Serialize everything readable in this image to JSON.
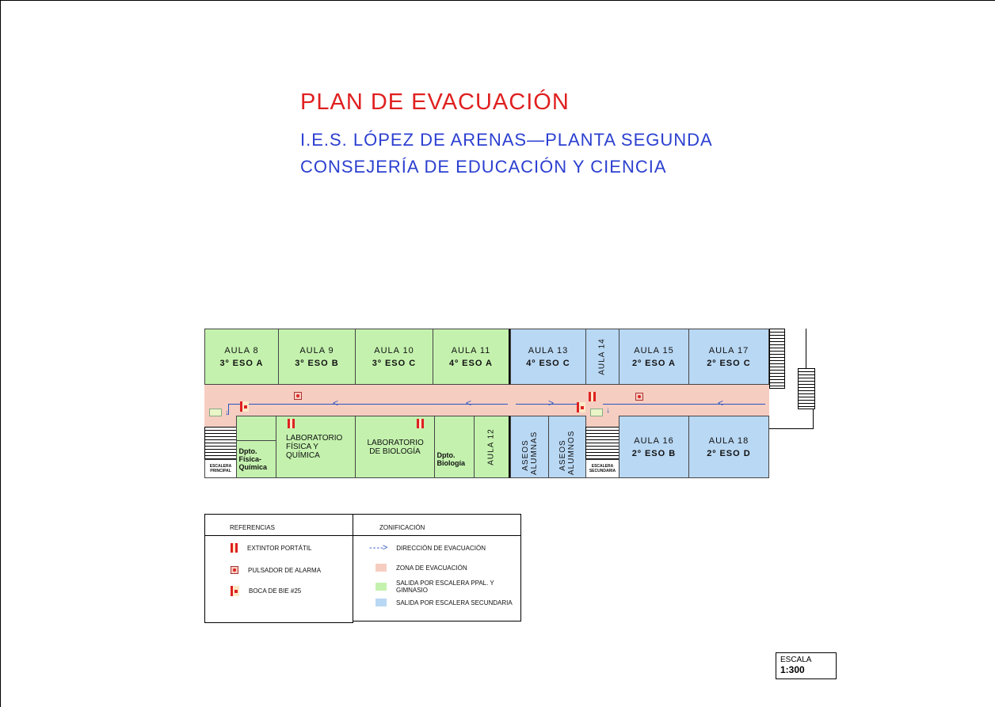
{
  "title": "PLAN DE EVACUACIÓN",
  "subtitle1": "I.E.S. LÓPEZ DE ARENAS—PLANTA SEGUNDA",
  "subtitle2": "CONSEJERÍA DE EDUCACIÓN Y CIENCIA",
  "rooms_top": [
    {
      "name": "AULA 8",
      "group": "3º ESO A"
    },
    {
      "name": "AULA 9",
      "group": "3º ESO B"
    },
    {
      "name": "AULA 10",
      "group": "3º ESO C"
    },
    {
      "name": "AULA 11",
      "group": "4º ESO A"
    },
    {
      "name": "AULA 13",
      "group": "4º ESO C"
    },
    {
      "name": "AULA 14"
    },
    {
      "name": "AULA 15",
      "group": "2º ESO A"
    },
    {
      "name": "AULA 17",
      "group": "2º ESO C"
    }
  ],
  "rooms_bottom": {
    "escalera_principal": "ESCALERA PRINCIPAL",
    "dpto_fq": "Dpto. Física-Química",
    "lab_fq": "LABORATORIO FÍSICA Y QUÍMICA",
    "lab_bio": "LABORATORIO DE BIOLOGÍA",
    "dpto_bio": "Dpto. Biología",
    "aula12": "AULA 12",
    "aseos_alumnas": "ASEOS ALUMNAS",
    "aseos_alumnos": "ASEOS ALUMNOS",
    "escalera_secundaria": "ESCALERA SECUNDARIA",
    "aula16": {
      "name": "AULA 16",
      "group": "2º ESO B"
    },
    "aula18": {
      "name": "AULA 18",
      "group": "2º ESO D"
    }
  },
  "referencias": {
    "header": "REFERENCIAS",
    "items": [
      "EXTINTOR PORTÁTIL",
      "PULSADOR DE ALARMA",
      "BOCA DE BIE #25"
    ]
  },
  "zonificacion": {
    "header": "ZONIFICACIÓN",
    "items": [
      "DIRECCIÓN DE EVACUACIÓN",
      "ZONA DE EVACUACIÓN",
      "SALIDA POR ESCALERA PPAL. Y GIMNASIO",
      "SALIDA POR ESCALERA SECUNDARIA"
    ]
  },
  "escala": {
    "label": "ESCALA",
    "value": "1:300"
  },
  "colors": {
    "green": "#c4f2ae",
    "blue": "#b9d8f4",
    "pink": "#f6cdc1",
    "title": "#e02020",
    "subtitle": "#2b3fd0"
  }
}
